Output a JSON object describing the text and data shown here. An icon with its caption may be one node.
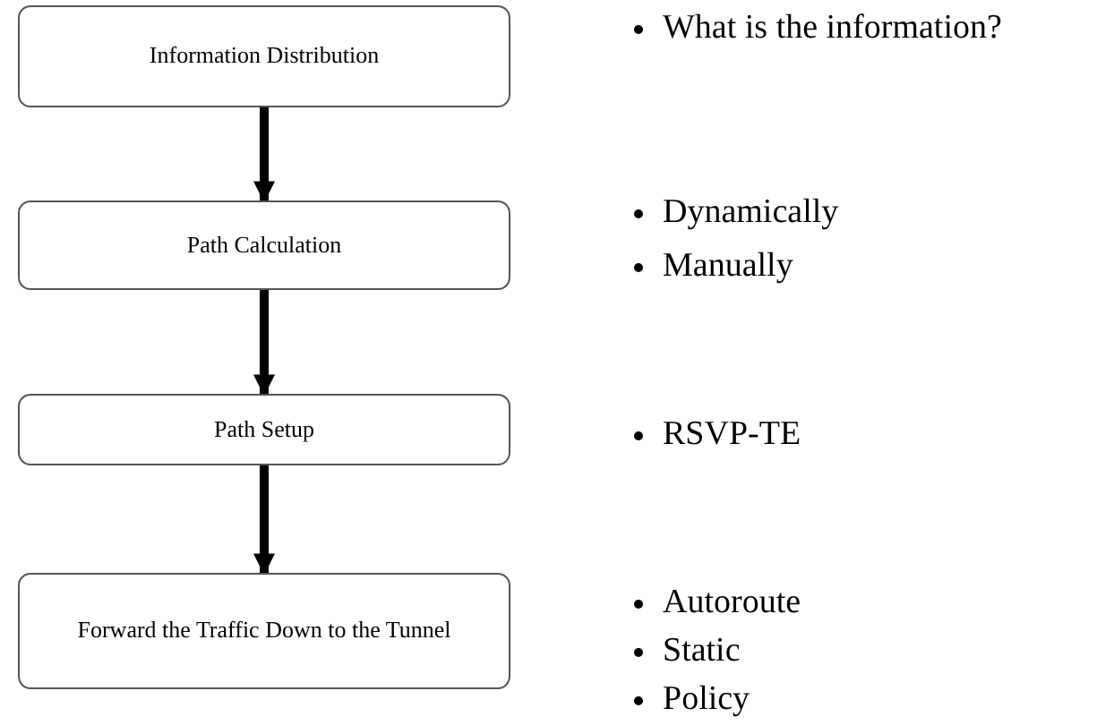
{
  "diagram": {
    "nodes": [
      {
        "text": [
          "Information Distribution"
        ]
      },
      {
        "text": [
          "Path Calculation"
        ]
      },
      {
        "text": [
          "Path Setup"
        ]
      },
      {
        "text": [
          "Forward the Traffic Down to the Tunnel"
        ]
      }
    ],
    "edges": [
      {
        "from": 0,
        "to": 1,
        "arrow": "to"
      },
      {
        "from": 1,
        "to": 2,
        "arrow": "to"
      },
      {
        "from": 2,
        "to": 3,
        "arrow": "to"
      }
    ],
    "labels": [
      "What is the information?",
      "Dynamically",
      "Manually",
      "RSVP-TE",
      "Autoroute",
      "Static",
      "Policy"
    ]
  }
}
